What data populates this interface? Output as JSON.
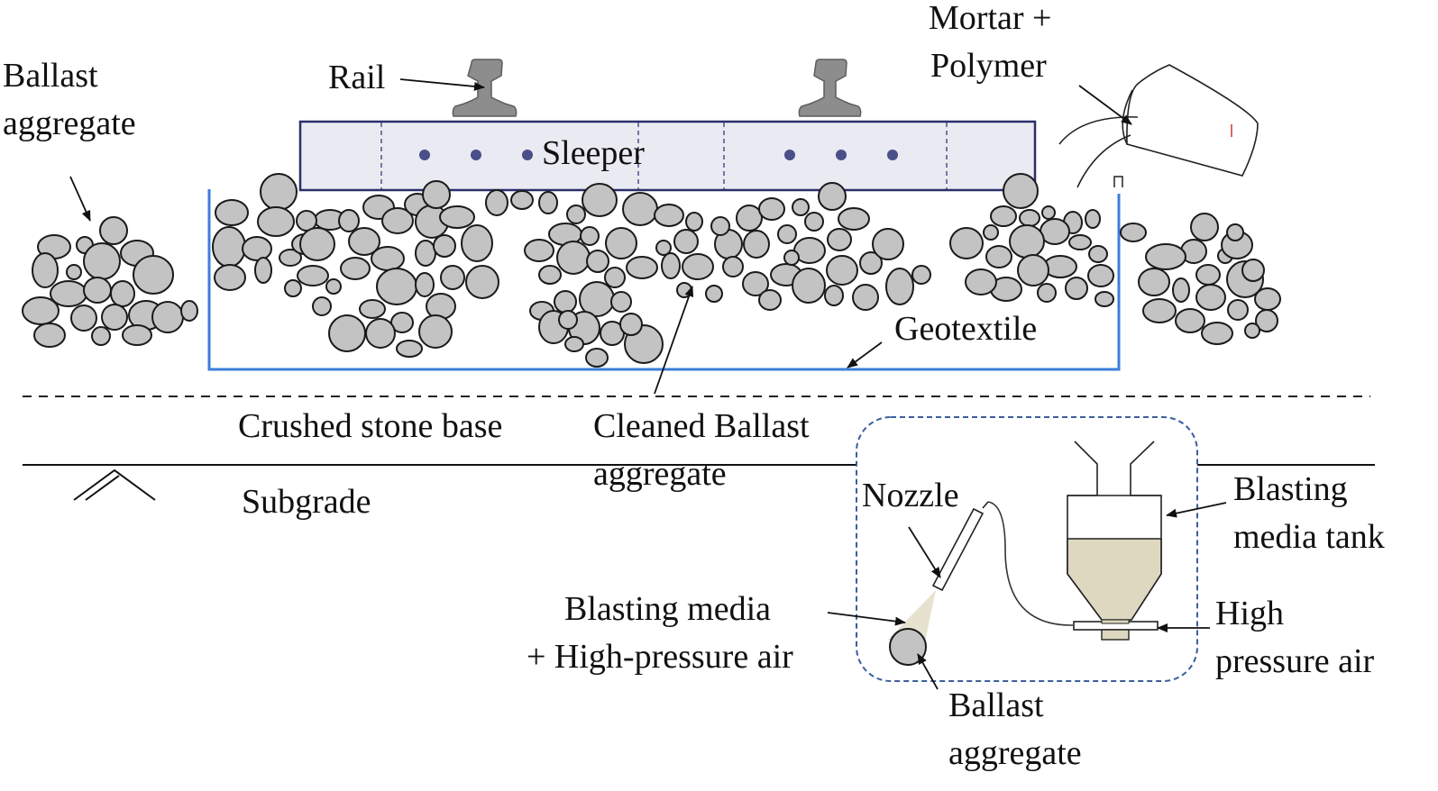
{
  "labels": {
    "ballast_left_line1": "Ballast",
    "ballast_left_line2": "aggregate",
    "rail": "Rail",
    "sleeper": "Sleeper",
    "mortar_line1": "Mortar +",
    "mortar_line2": "Polymer",
    "geotextile": "Geotextile",
    "crushed_stone_base": "Crushed stone base",
    "cleaned_line1": "Cleaned Ballast",
    "cleaned_line2": "aggregate",
    "subgrade": "Subgrade",
    "nozzle": "Nozzle",
    "tank_line1": "Blasting",
    "tank_line2": "media tank",
    "media_line1": "Blasting media",
    "media_line2": "+ High-pressure air",
    "air_line1": "High",
    "air_line2": "pressure air",
    "ballast_bottom_line1": "Ballast",
    "ballast_bottom_line2": "aggregate"
  },
  "colors": {
    "stone_fill": "#c3c3c3",
    "stone_stroke": "#1a1a1a",
    "geotextile": "#3a7fd8",
    "sleeper_fill": "#eaeaf2",
    "sleeper_stroke": "#2a2f6a",
    "sleeper_dots": "#4a4f8a",
    "rail_fill": "#8d8d8d",
    "tank_media": "#ddd8bf",
    "dashed_box": "#3a5f9a"
  }
}
